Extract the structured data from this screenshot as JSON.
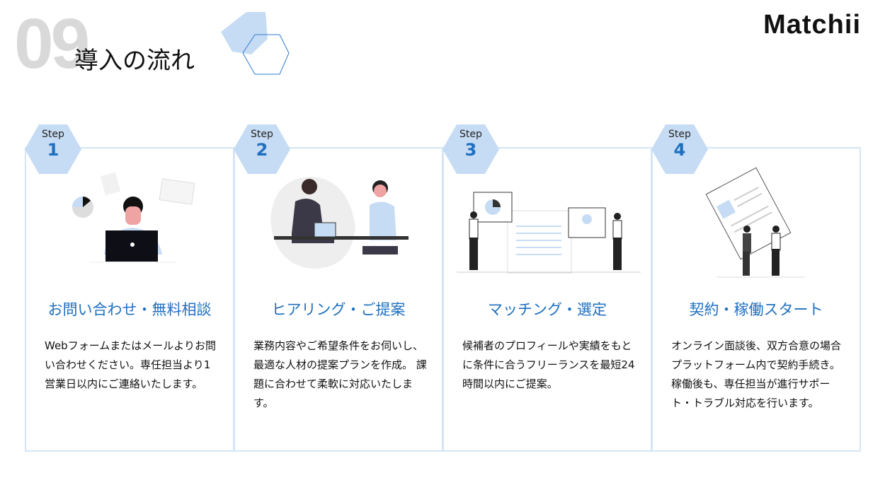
{
  "header": {
    "section_number": "09",
    "title": "導入の流れ",
    "brand": "Matchii"
  },
  "colors": {
    "accent": "#1f6fbf",
    "badge": "#c6dcf4",
    "border": "#d5e5f5"
  },
  "steps": [
    {
      "step_label": "Step",
      "number": "1",
      "title": "お問い合わせ・無料相談",
      "body": "Webフォームまたはメールよりお問い合わせください。専任担当より1営業日以内にご連絡いたします。",
      "icon": "person-laptop-illustration"
    },
    {
      "step_label": "Step",
      "number": "2",
      "title": "ヒアリング・ご提案",
      "body": "業務内容やご希望条件をお伺いし、最適な人材の提案プランを作成。 課題に合わせて柔軟に対応いたします。",
      "icon": "handshake-meeting-illustration"
    },
    {
      "step_label": "Step",
      "number": "3",
      "title": "マッチング・選定",
      "body": "候補者のプロフィールや実績をもとに条件に合うフリーランスを最短24時間以内にご提案。",
      "icon": "matching-profiles-illustration"
    },
    {
      "step_label": "Step",
      "number": "4",
      "title": "契約・稼働スタート",
      "body": "オンライン面談後、双方合意の場合プラットフォーム内で契約手続き。稼働後も、専任担当が進行サポート・トラブル対応を行います。",
      "icon": "contract-handshake-illustration"
    }
  ]
}
